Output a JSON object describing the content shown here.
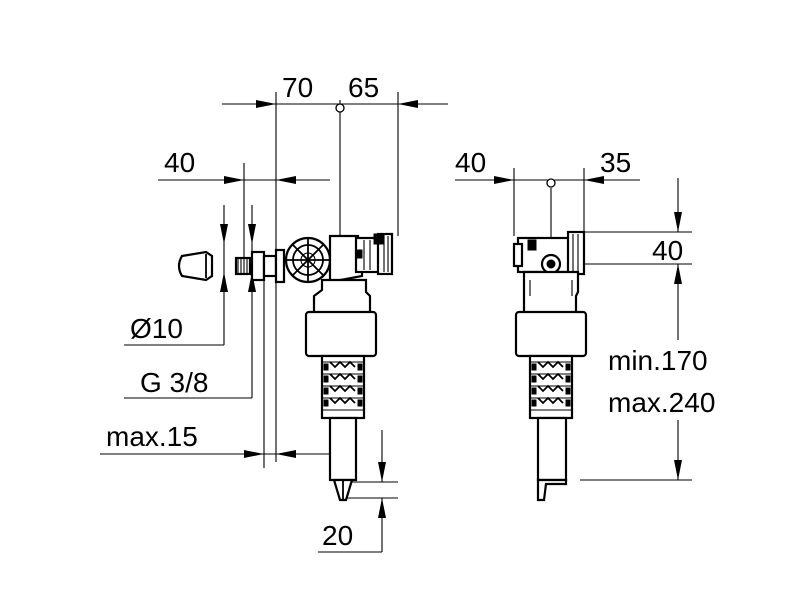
{
  "dimensions": {
    "top_left": "70",
    "top_right": "65",
    "left_offset": "40",
    "diameter": "Ø10",
    "thread": "G 3/8",
    "max_thread_length": "max.15",
    "float_offset": "20",
    "side_left": "40",
    "side_right": "35",
    "side_height": "40",
    "height_min": "min.170",
    "height_max": "max.240"
  },
  "colors": {
    "line": "#000000",
    "background": "#ffffff"
  }
}
